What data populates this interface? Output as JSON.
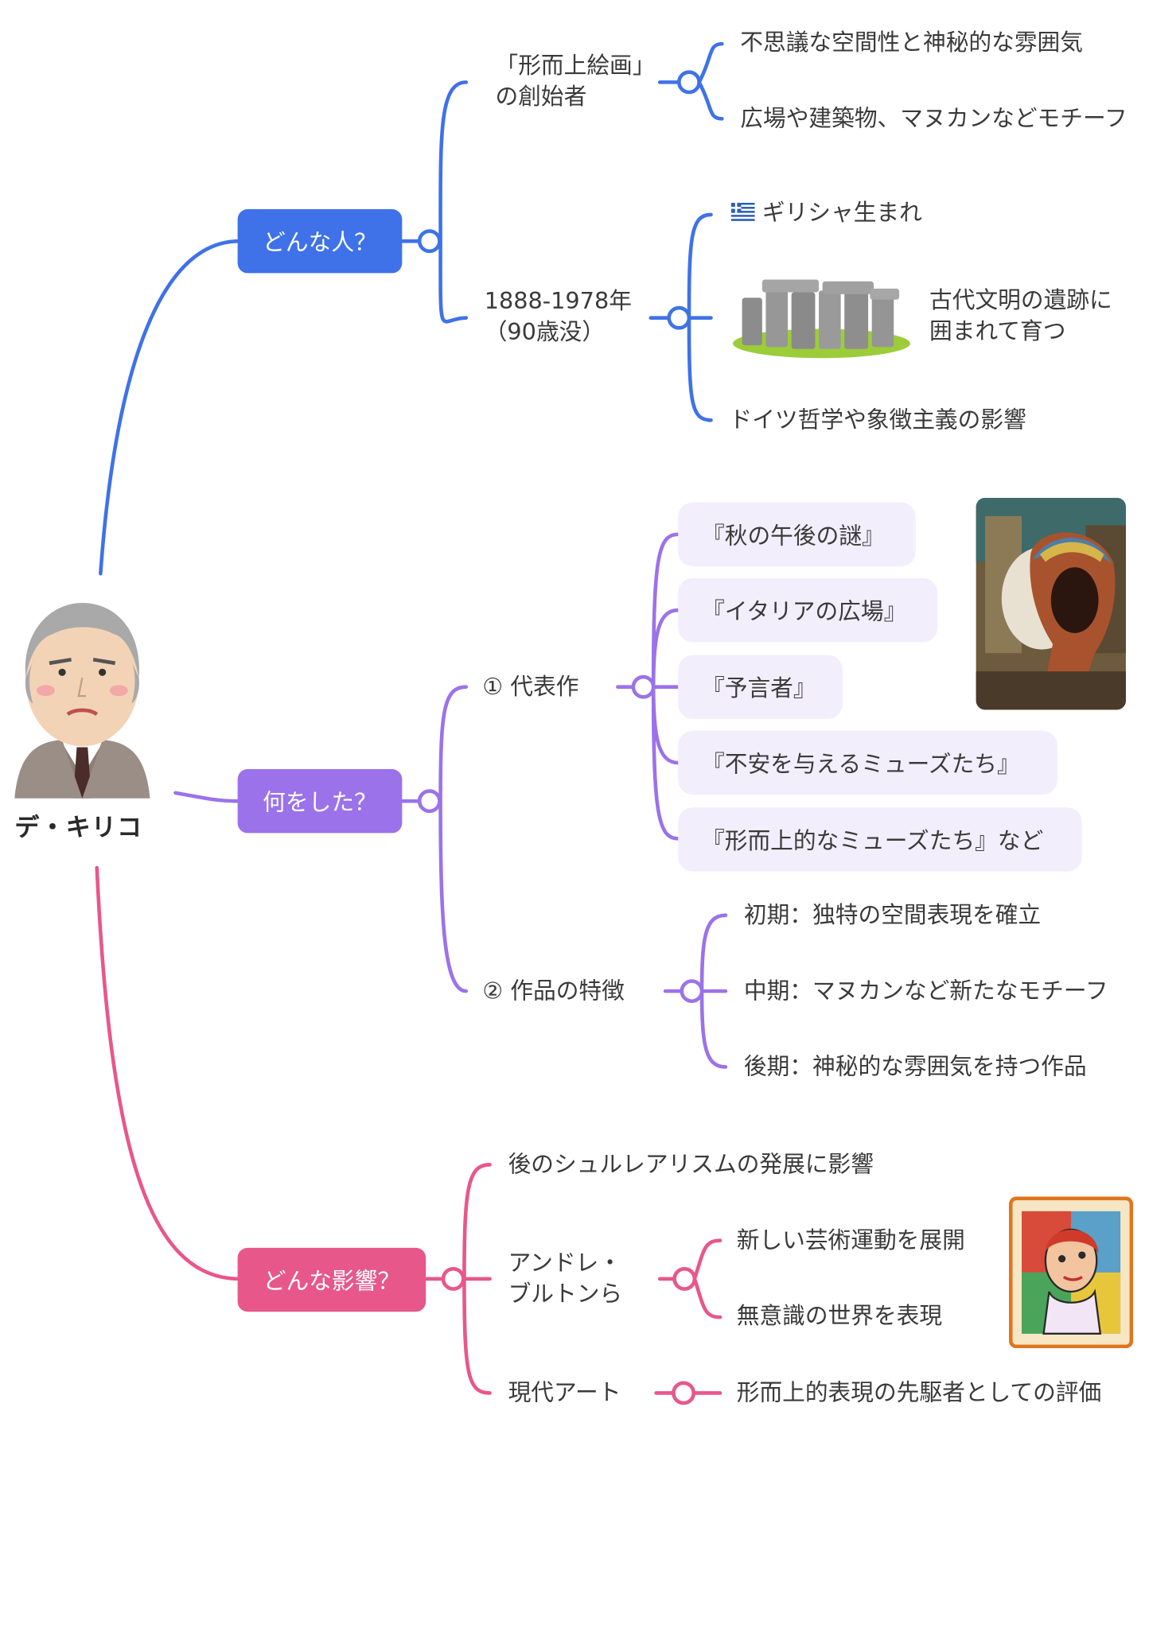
{
  "central": {
    "name": "デ・キリコ"
  },
  "branches": {
    "who": {
      "label": "どんな人？",
      "color": "#3f72e8",
      "topic1": {
        "label": "「形而上絵画」\nの創始者",
        "items": [
          "不思議な空間性と神秘的な雰囲気",
          "広場や建築物、マヌカンなどモチーフ"
        ]
      },
      "topic2": {
        "label": "1888-1978年\n（90歳没）",
        "items": [
          "ギリシャ生まれ",
          "古代文明の遺跡に\n囲まれて育つ",
          "ドイツ哲学や象徴主義の影響"
        ],
        "flag_icon": "greece-flag-icon"
      }
    },
    "what": {
      "label": "何をした？",
      "color": "#9b72ea",
      "works_bg": "#f3eefc",
      "topic1": {
        "label": "① 代表作",
        "works": [
          "『秋の午後の謎』",
          "『イタリアの広場』",
          "『予言者』",
          "『不安を与えるミューズたち』",
          "『形而上的なミューズたち』など"
        ]
      },
      "topic2": {
        "label": "② 作品の特徴",
        "items": [
          "初期：独特の空間表現を確立",
          "中期：マヌカンなど新たなモチーフ",
          "後期：神秘的な雰囲気を持つ作品"
        ]
      }
    },
    "influence": {
      "label": "どんな影響？",
      "color": "#e8578a",
      "topic1": {
        "label": "後のシュルレアリスムの発展に影響"
      },
      "topic2": {
        "label": "アンドレ・\nブルトンら",
        "items": [
          "新しい芸術運動を展開",
          "無意識の世界を表現"
        ]
      },
      "topic3": {
        "label": "現代アート",
        "items": [
          "形而上的表現の先駆者としての評価"
        ]
      }
    }
  }
}
